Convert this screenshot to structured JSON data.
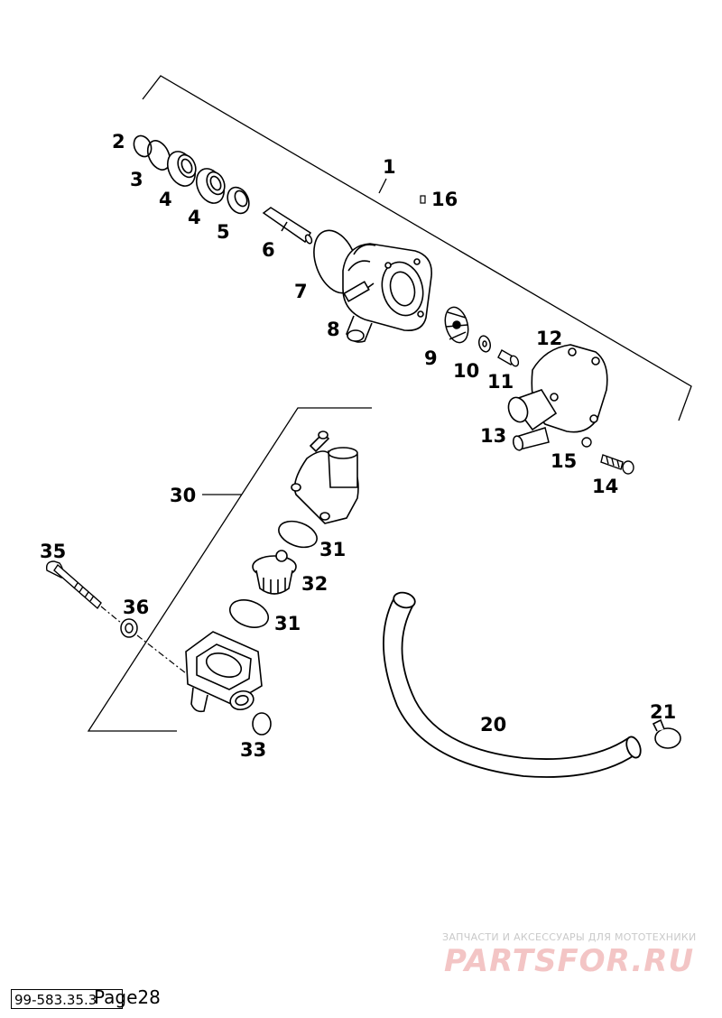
{
  "footer": {
    "code": "99-583.35.3",
    "page": "Page28"
  },
  "watermark": {
    "tagline": "ЗАПЧАСТИ И АКСЕССУАРЫ ДЛЯ МОТОТЕХНИКИ",
    "brand": "PARTSFOR.RU",
    "tagline_color": "#c9c9c9",
    "brand_color": "#f3c5c5"
  },
  "part_labels": {
    "p1": "1",
    "p2": "2",
    "p3": "3",
    "p4a": "4",
    "p4b": "4",
    "p5": "5",
    "p6": "6",
    "p7": "7",
    "p8": "8",
    "p9": "9",
    "p10": "10",
    "p11": "11",
    "p12": "12",
    "p13": "13",
    "p14": "14",
    "p15": "15",
    "p16": "16",
    "p20": "20",
    "p21": "21",
    "p30": "30",
    "p31a": "31",
    "p31b": "31",
    "p32": "32",
    "p33": "33",
    "p35": "35",
    "p36": "36"
  }
}
